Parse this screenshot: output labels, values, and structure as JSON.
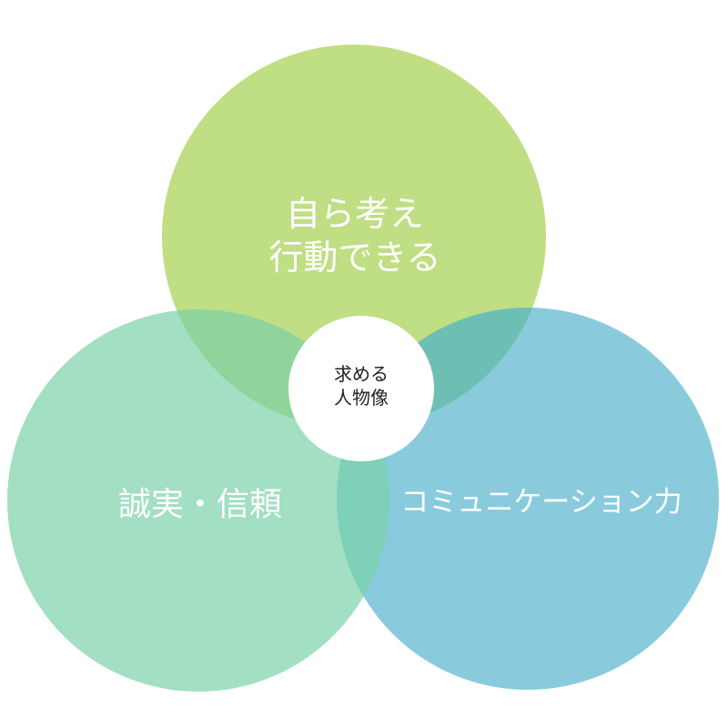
{
  "diagram": {
    "type": "venn",
    "center": {
      "label_line1": "求める",
      "label_line2": "人物像",
      "color": "#ffffff"
    },
    "circles": [
      {
        "id": "top",
        "label_line1": "自ら考え",
        "label_line2": "行動できる",
        "color": "#b7d972"
      },
      {
        "id": "left",
        "label": "誠実・信頼",
        "color": "#a3dfc2"
      },
      {
        "id": "right",
        "label": "コミュニケーション力",
        "color": "#80c7da"
      }
    ]
  }
}
